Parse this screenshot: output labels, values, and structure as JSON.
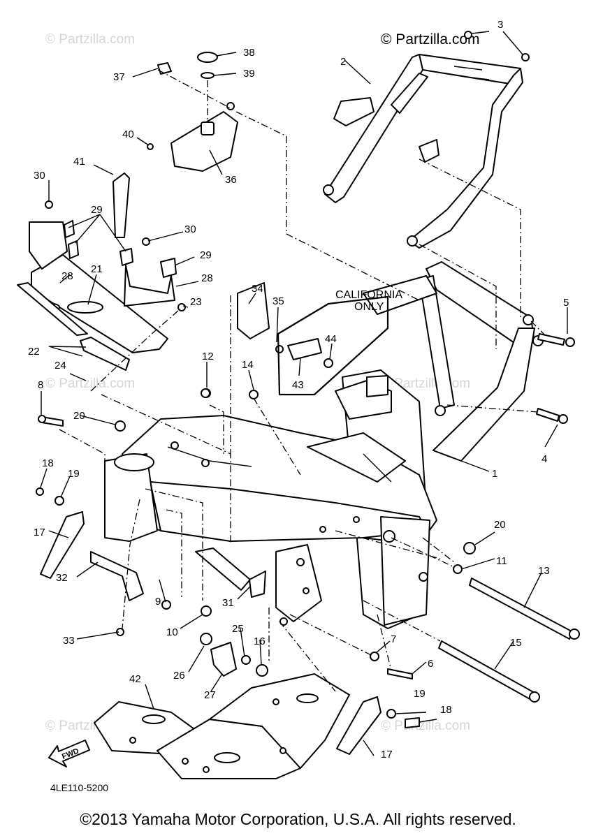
{
  "watermarks": {
    "main": "© Partzilla.com",
    "faint": "© Partzilla.com"
  },
  "diagram_code": "4LE110-5200",
  "fwd_label": "FWD",
  "california_note": {
    "line1": "CALIFORNIA",
    "line2": "ONLY"
  },
  "copyright": "©2013 Yamaha Motor Corporation, U.S.A. All rights reserved.",
  "callouts": {
    "c1": "1",
    "c2": "2",
    "c3": "3",
    "c4": "4",
    "c5": "5",
    "c6": "6",
    "c7": "7",
    "c8": "8",
    "c9": "9",
    "c10": "10",
    "c11": "11",
    "c12": "12",
    "c13": "13",
    "c14": "14",
    "c15": "15",
    "c16": "16",
    "c17a": "17",
    "c17b": "17",
    "c18a": "18",
    "c18b": "18",
    "c19a": "19",
    "c19b": "19",
    "c20a": "20",
    "c20b": "20",
    "c21": "21",
    "c22": "22",
    "c23": "23",
    "c24": "24",
    "c25": "25",
    "c26": "26",
    "c27": "27",
    "c28a": "28",
    "c28b": "28",
    "c29a": "29",
    "c29b": "29",
    "c30a": "30",
    "c30b": "30",
    "c31": "31",
    "c32": "32",
    "c33": "33",
    "c34": "34",
    "c35": "35",
    "c36": "36",
    "c37": "37",
    "c38": "38",
    "c39": "39",
    "c40": "40",
    "c41": "41",
    "c42": "42",
    "c43": "43",
    "c44": "44"
  }
}
